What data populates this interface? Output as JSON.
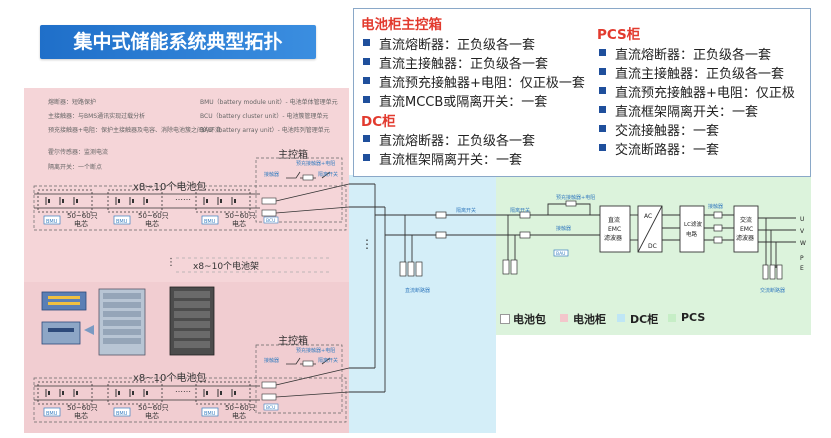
{
  "title": "集中式储能系统典型拓扑",
  "spec": {
    "main_box": {
      "heading": "电池柜主控箱",
      "items": [
        "直流熔断器：正负级各一套",
        "直流主接触器：正负级各一套",
        "直流预充接触器+电阻：仅正极一套",
        "直流MCCB或隔离开关：一套"
      ]
    },
    "dc": {
      "heading": "DC柜",
      "items": [
        "直流熔断器：正负级各一套",
        "直流框架隔离开关：一套"
      ]
    },
    "pcs": {
      "heading": "PCS柜",
      "items": [
        "直流熔断器：正负级各一套",
        "直流主接触器：正负级各一套",
        "直流预充接触器+电阻：仅正极",
        "直流框架隔离开关：一套",
        "交流接触器：一套",
        "交流断路器：一套"
      ]
    }
  },
  "notes_left": [
    "熔断器：短路保护",
    "主接触器：与BMS通讯实现过载分析",
    "预充接触器+电阻：保护主接触器及电容、消除电池簇之间的环流",
    "霍尔传感器：监测电流",
    "隔离开关：一个断点"
  ],
  "notes_right": [
    "BMU（battery module unit）- 电池单体管理单元",
    "BCU（battery cluster unit）- 电池簇管理单元",
    "BAU（battery array unit）- 电池阵列管理单元"
  ],
  "diagram": {
    "main_box_label": "主控箱",
    "pack_count": "x8~10个电池包",
    "rack_count": "x8~10个电池架",
    "cells": "50~60只",
    "cell_unit": "电芯",
    "bmu": "BMU",
    "bcu": "BCU",
    "precharge": "预充接触器+电阻",
    "contactor": "接触器",
    "isolator": "隔离开关",
    "dc_breaker": "直流断路器",
    "dc_emc": [
      "直流",
      "EMC",
      "滤波器"
    ],
    "ac": "AC",
    "dc": "DC",
    "lc_filter": [
      "LC滤波",
      "电路"
    ],
    "ac_emc": [
      "交流",
      "EMC",
      "滤波器"
    ],
    "ac_breaker": "交流断路器",
    "terminals": [
      "U",
      "V",
      "W",
      "P",
      "E"
    ]
  },
  "legend": [
    {
      "label": "电池包",
      "color": "#ffffff"
    },
    {
      "label": "电池柜",
      "color": "#f3c6cb"
    },
    {
      "label": "DC柜",
      "color": "#bfe6f5"
    },
    {
      "label": "PCS",
      "color": "#c6eec6"
    }
  ]
}
